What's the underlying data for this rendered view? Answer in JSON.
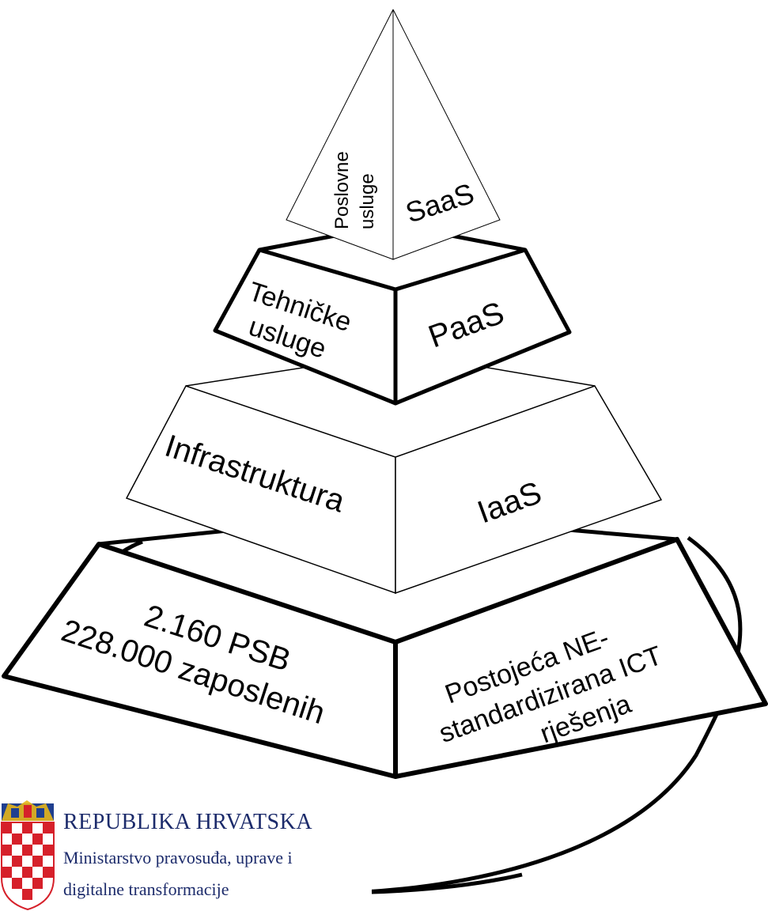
{
  "pyramid": {
    "top": {
      "left_label": [
        "Poslovne",
        "usluge"
      ],
      "right_label": "SaaS"
    },
    "second": {
      "left_label": [
        "Tehničke",
        "usluge"
      ],
      "right_label": "PaaS"
    },
    "third": {
      "left_label": "Infrastruktura",
      "right_label": "IaaS"
    },
    "base": {
      "left_label": [
        "2.160 PSB",
        "228.000 zaposlenih"
      ],
      "right_label": [
        "Postojeća NE-",
        "standardizirana ICT",
        "rješenja"
      ]
    }
  },
  "logo": {
    "title": "REPUBLIKA HRVATSKA",
    "subtitle_line1": "Ministarstvo pravosuđa, uprave i",
    "subtitle_line2": "digitalne transformacije",
    "colors": {
      "title": "#1c2b6b",
      "subtitle": "#1c2b6b",
      "red": "#d6202a",
      "blue": "#1f3f8f",
      "gold": "#e5b51a"
    }
  }
}
